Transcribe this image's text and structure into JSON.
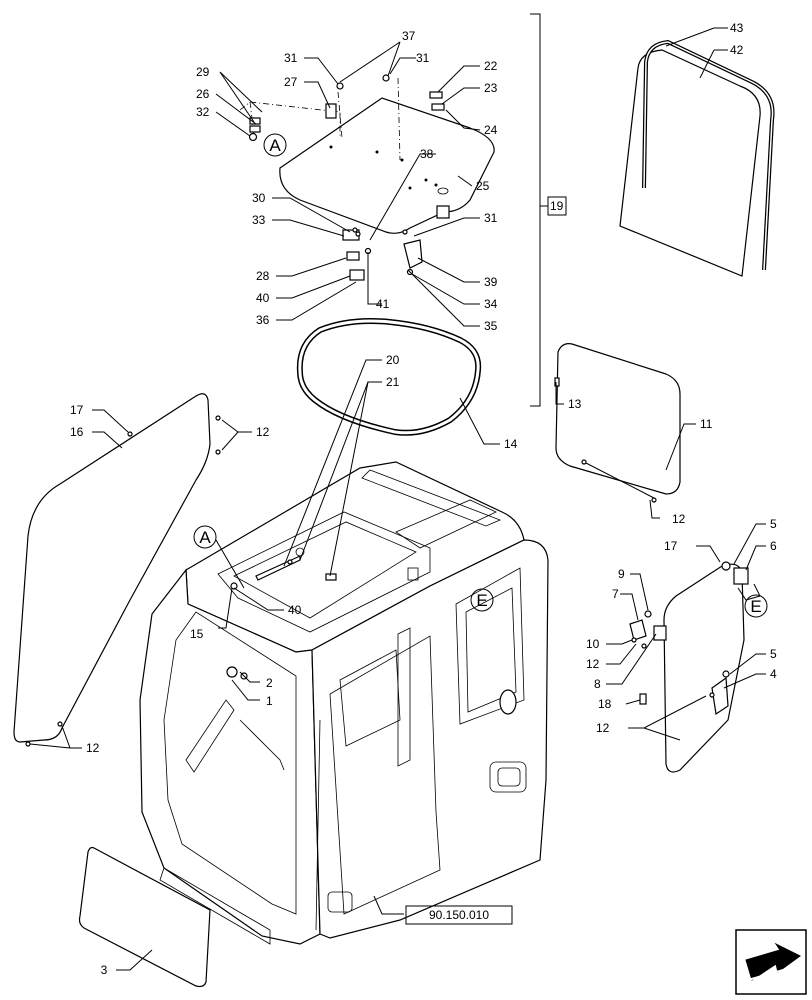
{
  "callouts": {
    "c1": "1",
    "c2": "2",
    "c3": "3",
    "c4": "4",
    "c5a": "5",
    "c5b": "5",
    "c6": "6",
    "c7": "7",
    "c8": "8",
    "c9": "9",
    "c10": "10",
    "c11": "11",
    "c12a": "12",
    "c12b": "12",
    "c12c": "12",
    "c12d": "12",
    "c12e": "12",
    "c13": "13",
    "c14": "14",
    "c15": "15",
    "c16": "16",
    "c17a": "17",
    "c17b": "17",
    "c18": "18",
    "c19": "19",
    "c20": "20",
    "c21": "21",
    "c22": "22",
    "c23": "23",
    "c24": "24",
    "c25": "25",
    "c26": "26",
    "c27": "27",
    "c28": "28",
    "c29": "29",
    "c30": "30",
    "c31a": "31",
    "c31b": "31",
    "c31c": "31",
    "c32": "32",
    "c33": "33",
    "c34": "34",
    "c35": "35",
    "c36": "36",
    "c37": "37",
    "c38": "38",
    "c39": "39",
    "c40a": "40",
    "c40b": "40",
    "c41": "41",
    "c42": "42",
    "c43": "43"
  },
  "detail_markers": {
    "a1": "A",
    "a2": "A",
    "e1": "E",
    "e2": "E"
  },
  "reference": "90.150.010",
  "nav_icon": "arrow-icon"
}
